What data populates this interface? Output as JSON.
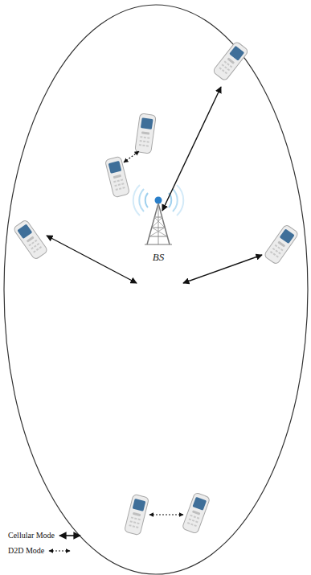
{
  "diagram": {
    "labels": [
      "BS"
    ],
    "legend": [
      {
        "text": "Cellular Mode"
      },
      {
        "text": "D2D Mode"
      }
    ]
  }
}
